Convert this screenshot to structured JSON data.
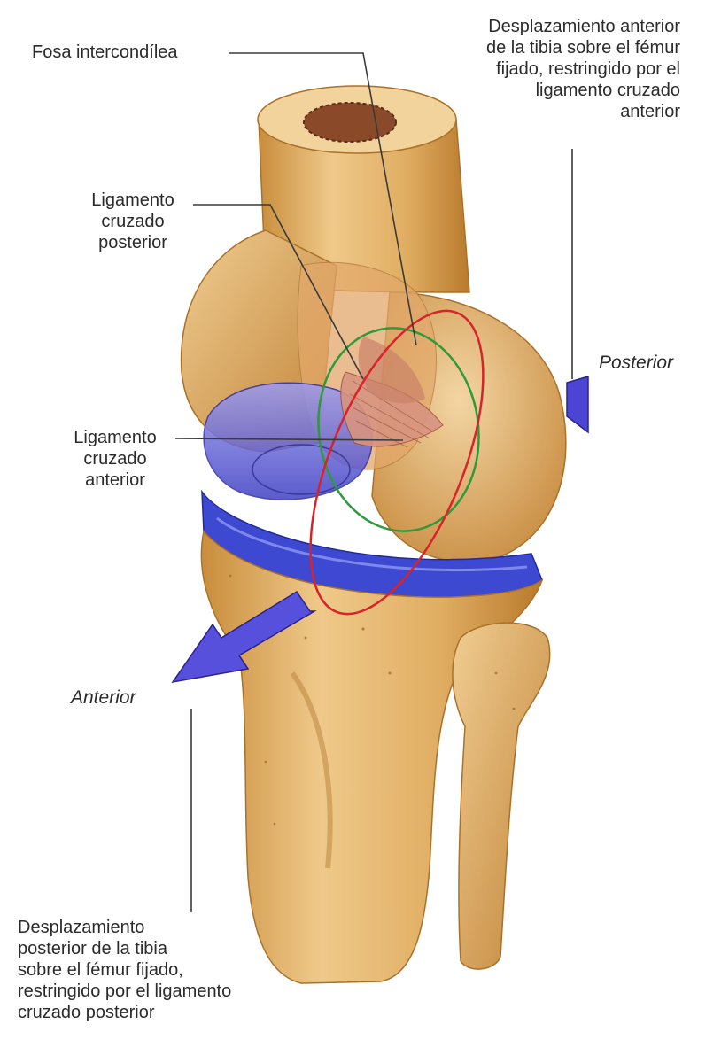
{
  "labels": {
    "fosa": "Fosa intercondílea",
    "anterior_disp": [
      "Desplazamiento anterior",
      "de la tibia sobre el fémur",
      "fijado, restringido por el",
      "ligamento cruzado",
      "anterior"
    ],
    "lcp": [
      "Ligamento",
      "cruzado",
      "posterior"
    ],
    "lca": [
      "Ligamento",
      "cruzado",
      "anterior"
    ],
    "posterior_arrow": "Posterior",
    "anterior_arrow": "Anterior",
    "posterior_disp": [
      "Desplazamiento",
      "posterior de la tibia",
      "sobre el fémur fijado,",
      "restringido por el ligamento",
      "cruzado posterior"
    ]
  },
  "colors": {
    "bone": "#e2b46a",
    "bone_dark": "#b9802e",
    "cartilage": "#6f6fe0",
    "arrow": "#5a4fd6",
    "green_circle": "#2e9a3a",
    "red_circle": "#d8232a",
    "leader": "#3a3a3a"
  }
}
